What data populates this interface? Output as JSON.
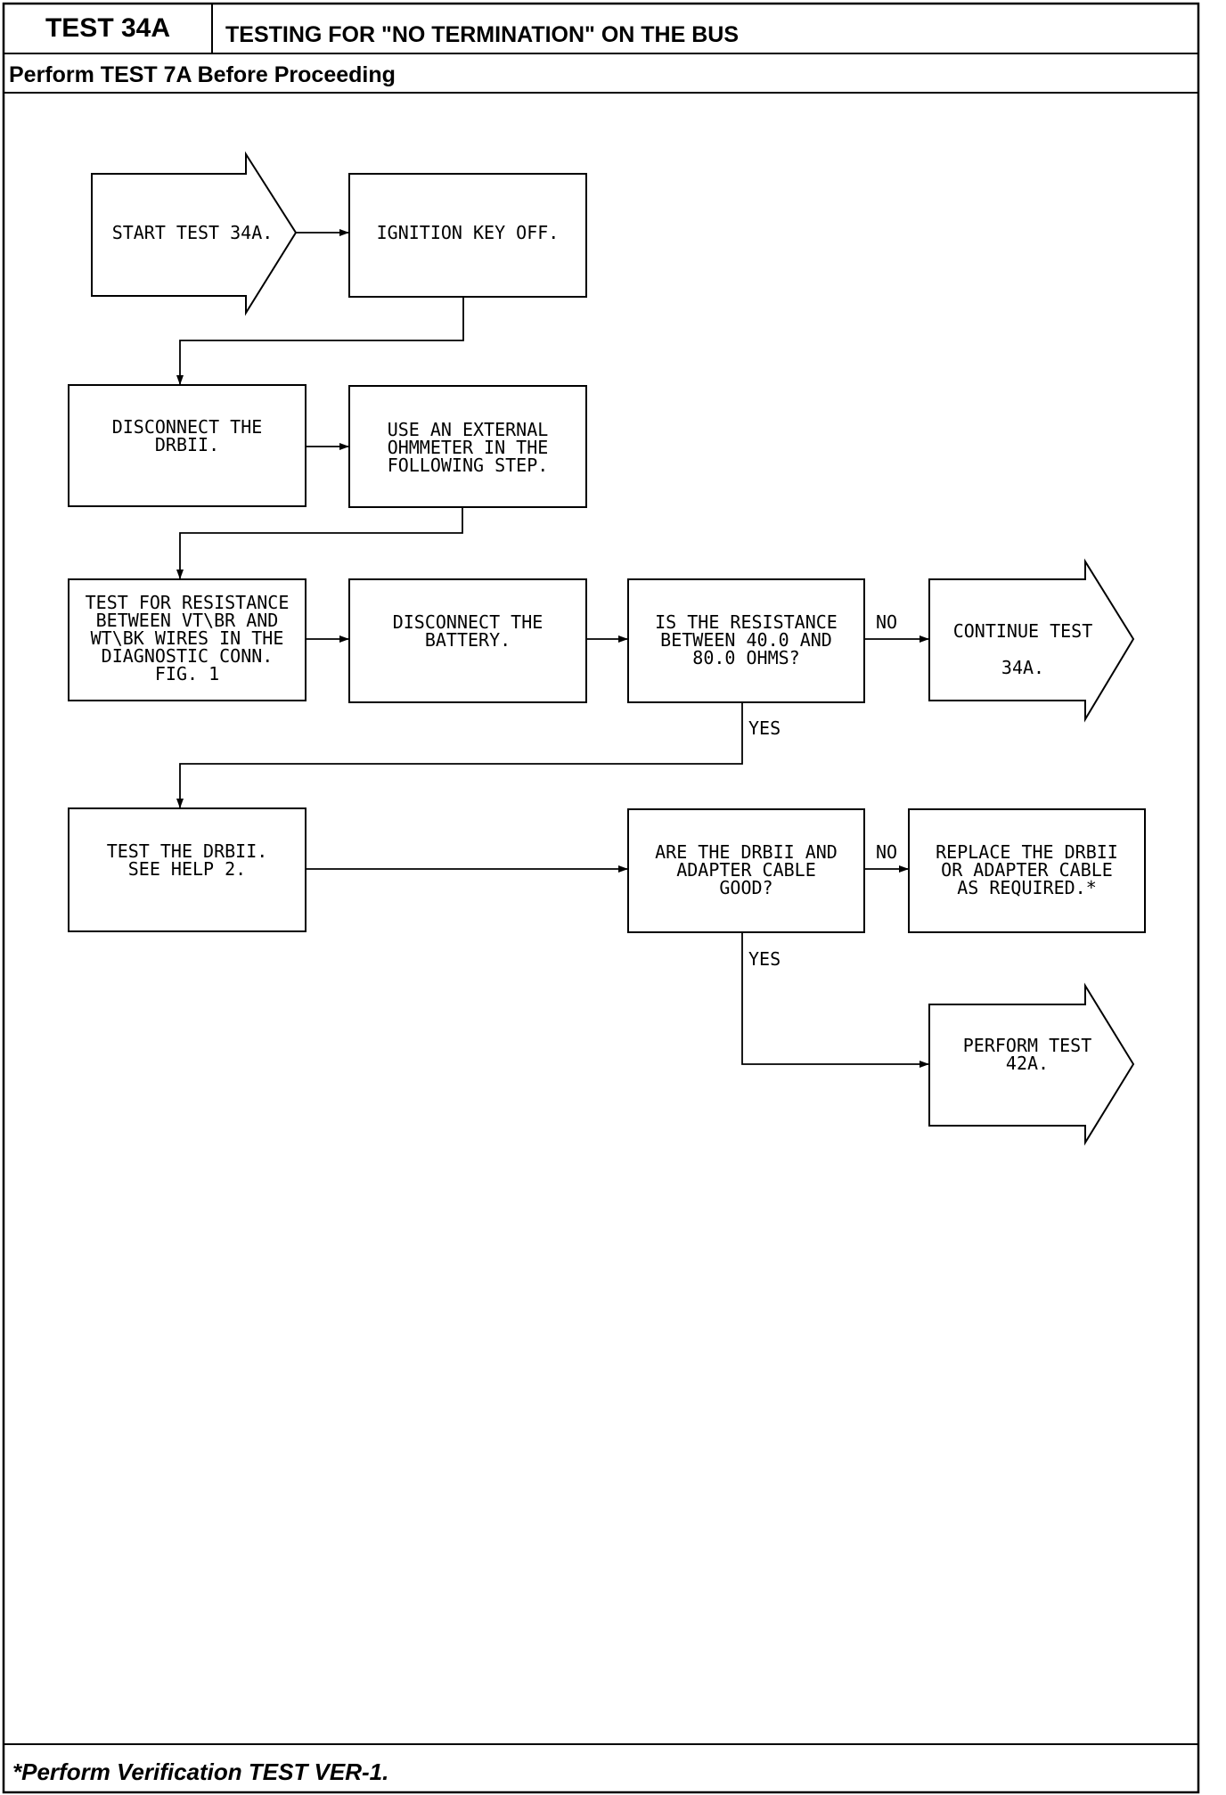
{
  "header": {
    "test_id": "TEST 34A",
    "title": "TESTING FOR \"NO TERMINATION\" ON THE BUS",
    "prerequisite": "Perform TEST 7A Before Proceeding"
  },
  "flowchart": {
    "start": "START TEST 34A.",
    "ignition_off": "IGNITION KEY OFF.",
    "disconnect_drbii": "DISCONNECT THE\nDRBII.",
    "use_ohmmeter": "USE AN EXTERNAL\nOHMMETER IN THE\nFOLLOWING STEP.",
    "test_resistance": "TEST FOR RESISTANCE\nBETWEEN VT\\BR AND\nWT\\BK WIRES IN THE\nDIAGNOSTIC CONN.\nFIG. 1",
    "disconnect_battery": "DISCONNECT THE\nBATTERY.",
    "resistance_question": "IS THE RESISTANCE\nBETWEEN 40.0 AND\n80.0 OHMS?",
    "continue_test": "CONTINUE TEST\n34A.",
    "test_drbii": "TEST THE DRBII.\nSEE HELP 2.",
    "cable_question": "ARE THE DRBII AND\nADAPTER CABLE\nGOOD?",
    "replace_drbii": "REPLACE THE DRBII\nOR ADAPTER CABLE\nAS REQUIRED.*",
    "perform_test": "PERFORM TEST\n42A.",
    "no_label": "NO",
    "yes_label": "YES"
  },
  "footer": {
    "note": "*Perform Verification TEST VER-1."
  },
  "colors": {
    "ink": "#000000",
    "paper": "#ffffff"
  }
}
